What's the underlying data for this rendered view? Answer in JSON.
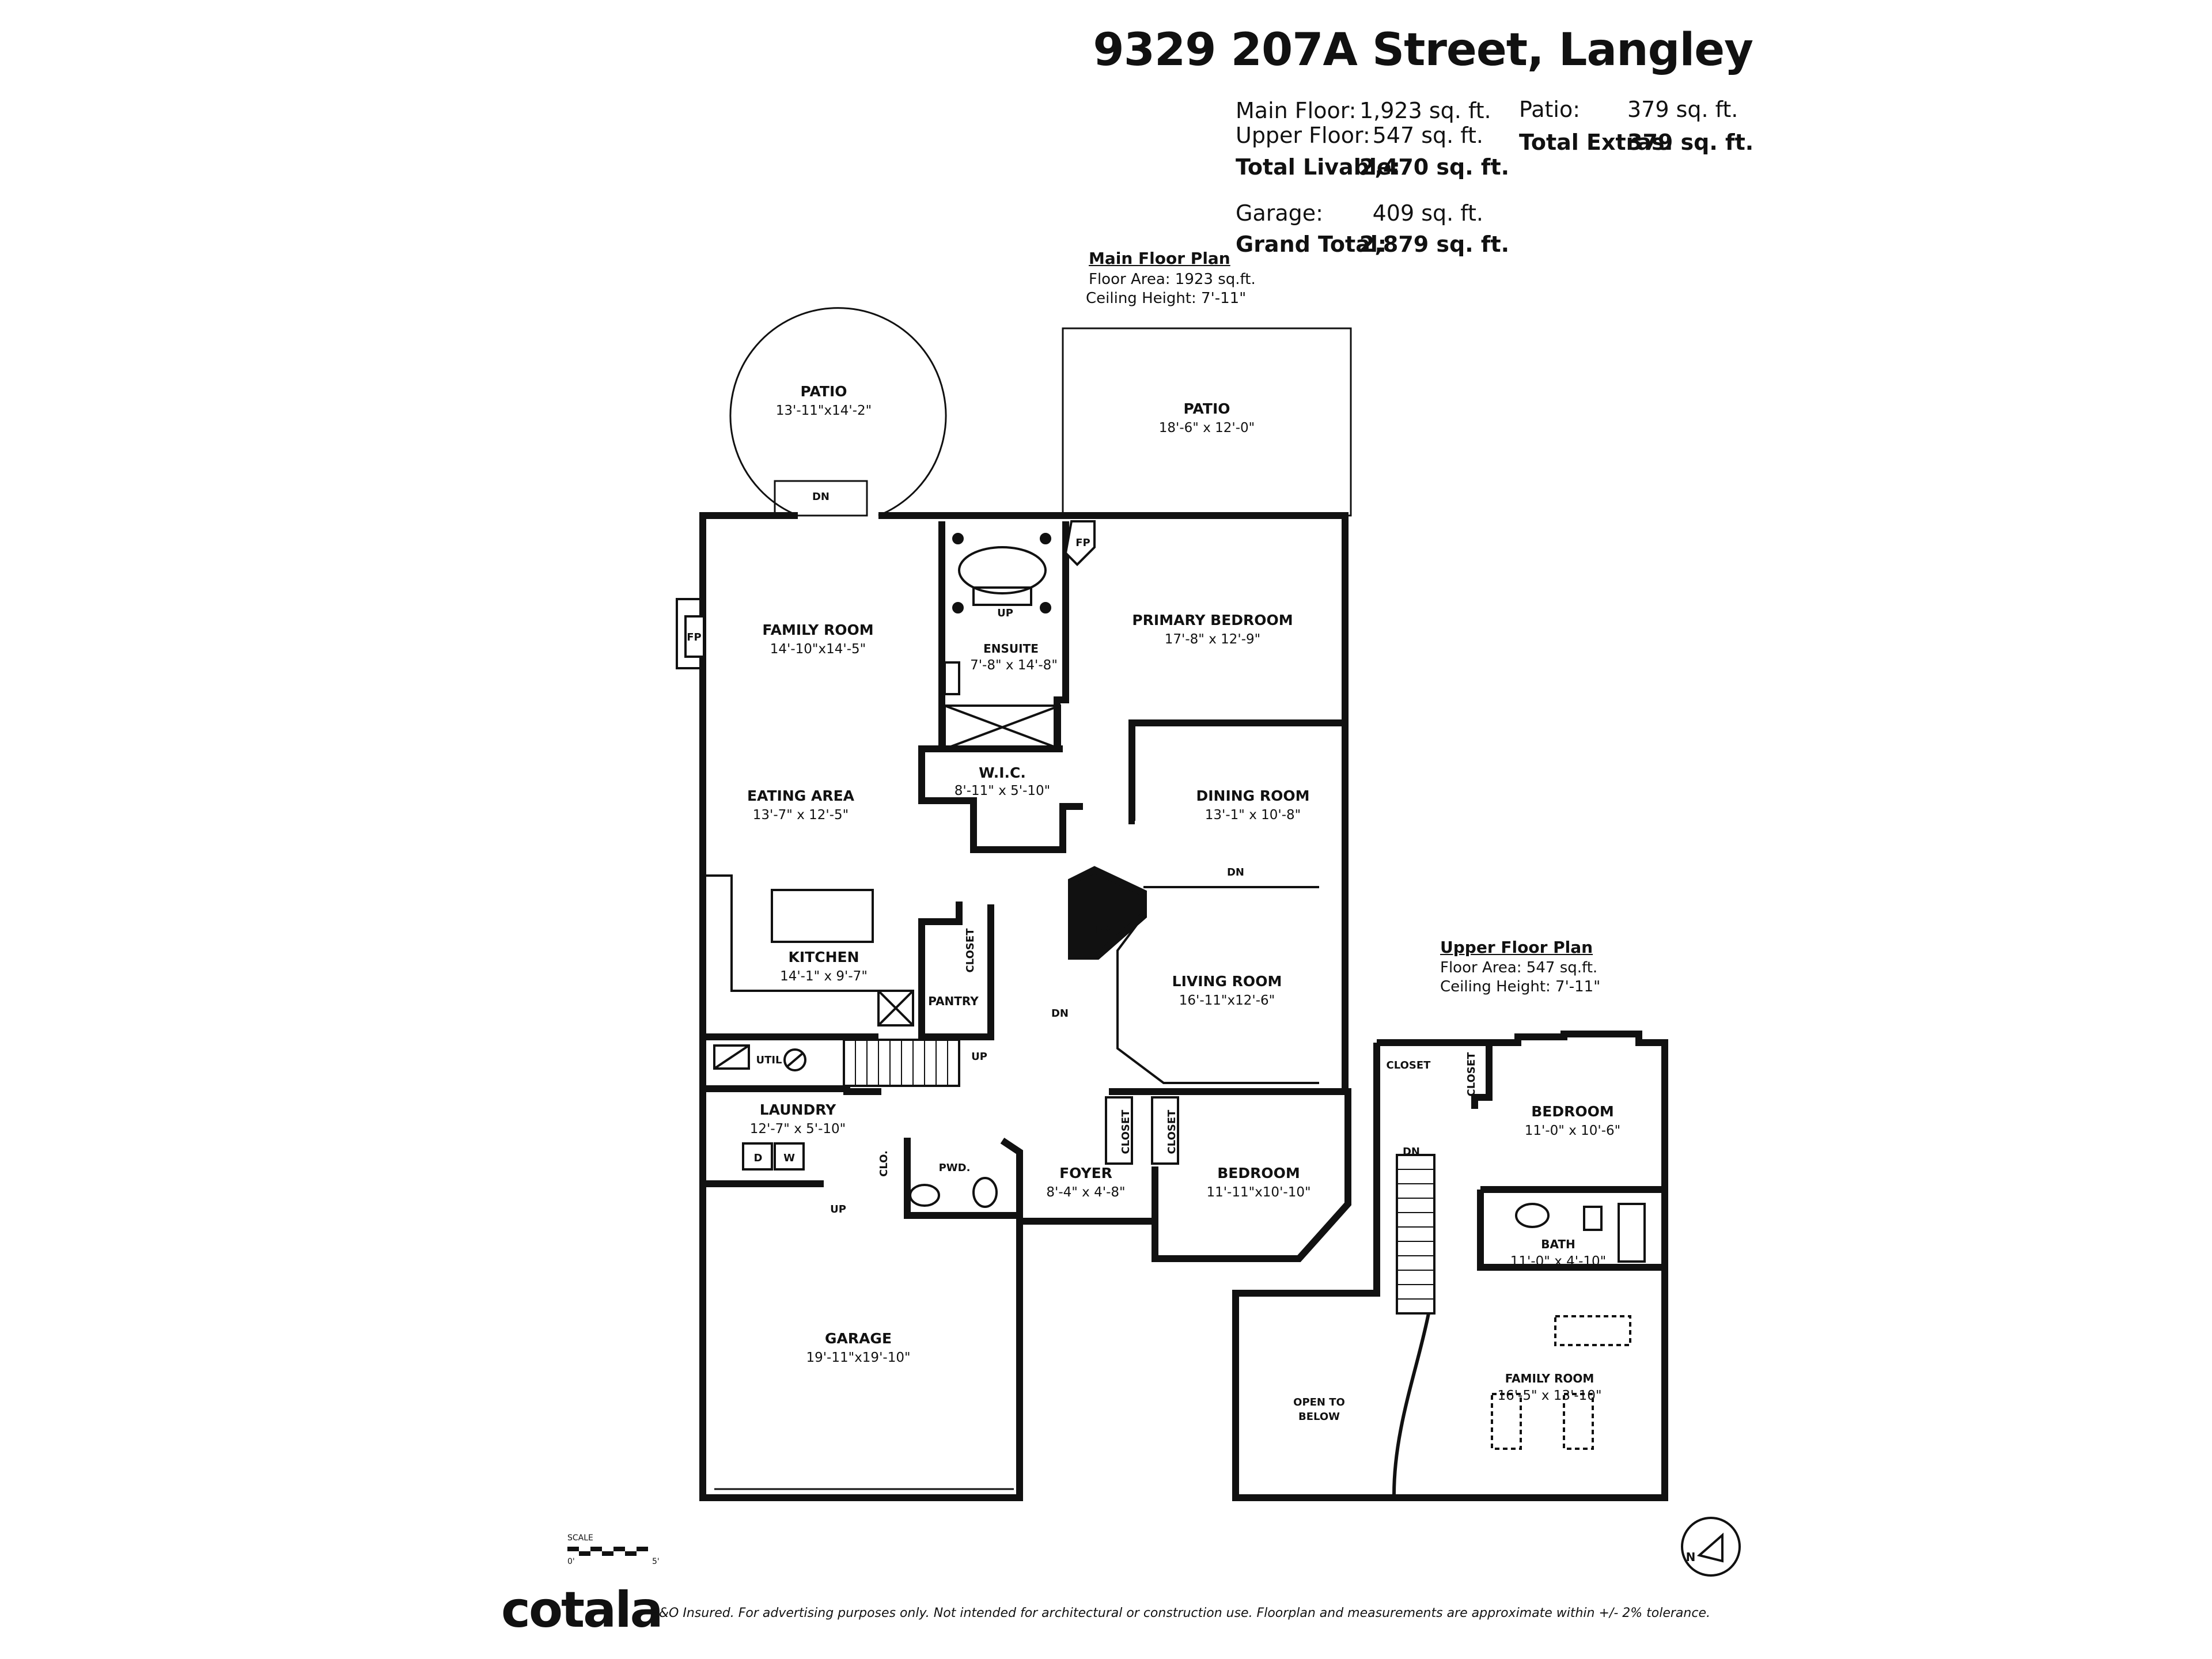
{
  "address": "9329 207A Street, Langley",
  "stats": {
    "main_floor_label": "Main Floor:",
    "main_floor_value": "1,923 sq. ft.",
    "upper_floor_label": "Upper Floor:",
    "upper_floor_value": "547 sq. ft.",
    "total_livable_label": "Total Livable:",
    "total_livable_value": "2,470 sq. ft.",
    "garage_label": "Garage:",
    "garage_value": "409 sq. ft.",
    "grand_total_label": "Grand Total:",
    "grand_total_value": "2,879 sq. ft.",
    "patio_label": "Patio:",
    "patio_value": "379 sq. ft.",
    "total_extras_label": "Total Extras:",
    "total_extras_value": "379 sq. ft."
  },
  "main_plan": {
    "title": "Main Floor Plan",
    "area": "Floor Area: 1923 sq.ft.",
    "ceiling": "Ceiling Height: 7'-11\""
  },
  "upper_plan": {
    "title": "Upper Floor Plan",
    "area": "Floor Area: 547 sq.ft.",
    "ceiling": "Ceiling Height: 7'-11\""
  },
  "rooms": {
    "patio_round": {
      "name": "PATIO",
      "dims": "13'-11\"x14'-2\""
    },
    "patio_rect": {
      "name": "PATIO",
      "dims": "18'-6\" x 12'-0\""
    },
    "family_room": {
      "name": "FAMILY ROOM",
      "dims": "14'-10\"x14'-5\""
    },
    "ensuite": {
      "name": "ENSUITE",
      "dims": "7'-8\" x 14'-8\""
    },
    "primary_bedroom": {
      "name": "PRIMARY BEDROOM",
      "dims": "17'-8\" x 12'-9\""
    },
    "wic": {
      "name": "W.I.C.",
      "dims": "8'-11\" x 5'-10\""
    },
    "eating_area": {
      "name": "EATING AREA",
      "dims": "13'-7\" x 12'-5\""
    },
    "dining_room": {
      "name": "DINING ROOM",
      "dims": "13'-1\" x 10'-8\""
    },
    "kitchen": {
      "name": "KITCHEN",
      "dims": "14'-1\" x 9'-7\""
    },
    "living_room": {
      "name": "LIVING ROOM",
      "dims": "16'-11\"x12'-6\""
    },
    "laundry": {
      "name": "LAUNDRY",
      "dims": "12'-7\" x 5'-10\""
    },
    "foyer": {
      "name": "FOYER",
      "dims": "8'-4\" x 4'-8\""
    },
    "bedroom_main": {
      "name": "BEDROOM",
      "dims": "11'-11\"x10'-10\""
    },
    "garage": {
      "name": "GARAGE",
      "dims": "19'-11\"x19'-10\""
    },
    "bedroom_upper": {
      "name": "BEDROOM",
      "dims": "11'-0\" x 10'-6\""
    },
    "bath": {
      "name": "BATH",
      "dims": "11'-0\" x 4'-10\""
    },
    "family_room_upper": {
      "name": "FAMILY ROOM",
      "dims": "16'-5\" x 13'-10\""
    }
  },
  "labels": {
    "fp": "FP",
    "dn": "DN",
    "up": "UP",
    "closet": "CLOSET",
    "pantry": "PANTRY",
    "util": "UTIL",
    "pwd": "PWD.",
    "clo": "CLO.",
    "dryer": "D",
    "washer": "W",
    "open_to": "OPEN TO",
    "below": "BELOW",
    "north": "N"
  },
  "scale": {
    "label": "SCALE",
    "min": "0'",
    "max": "5'"
  },
  "brand": "cotala",
  "disclaimer": "E&O Insured. For advertising purposes only. Not intended for architectural or construction use. Floorplan and measurements are approximate within +/- 2% tolerance."
}
